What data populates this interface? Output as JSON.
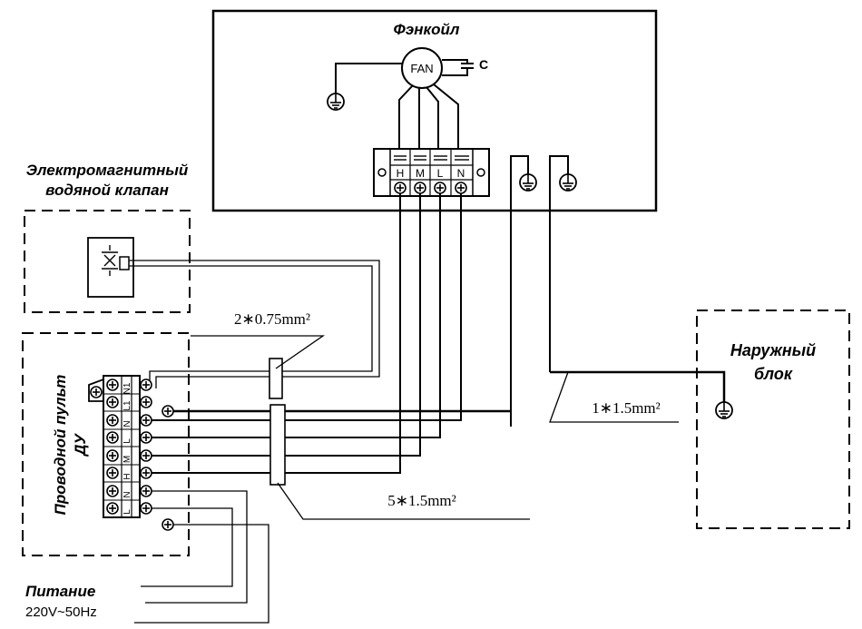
{
  "title": "",
  "fancoil": {
    "label": "Фэнкойл",
    "fan": "FAN",
    "capacitor": "C",
    "terminals": [
      "H",
      "M",
      "L",
      "N"
    ]
  },
  "valve": {
    "label_line1": "Электромагнитный",
    "label_line2": "водяной клапан"
  },
  "remote": {
    "label_line1": "Проводной пульт",
    "label_line2": "ДУ",
    "terminals": [
      "N1",
      "L1",
      "N",
      "L",
      "M",
      "H",
      "N",
      "L"
    ]
  },
  "outdoor": {
    "label_line1": "Наружный",
    "label_line2": "блок"
  },
  "cables": {
    "valve_cable": "2∗0.75mm²",
    "main_cable": "5∗1.5mm²",
    "outdoor_cable": "1∗1.5mm²"
  },
  "power": {
    "label": "Питание",
    "spec": "220V~50Hz"
  }
}
